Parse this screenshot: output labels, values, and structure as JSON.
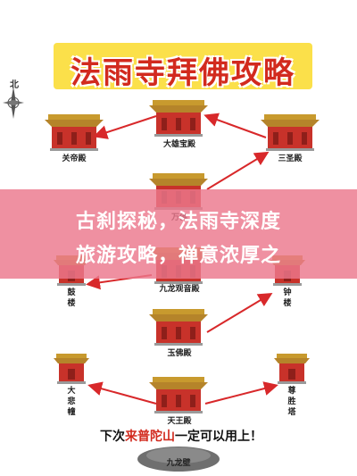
{
  "title": "法雨寺拜佛攻略",
  "compass_label": "北",
  "halls": {
    "daxiong": "大雄宝殿",
    "guandi": "关帝殿",
    "sansheng": "三圣殿",
    "wanfo": "万佛",
    "jiulong_guanyin": "九龙观音殿",
    "yufo": "玉佛殿",
    "tianwang": "天王殿",
    "drum_tower": "鼓楼",
    "bell_tower": "钟楼",
    "dabei_chuang": "大悲幢",
    "zunsheng_ta": "尊胜塔",
    "jiulong_bi": "九龙壁"
  },
  "banner": {
    "line1": "古刹探秘，法雨寺深度",
    "line2": "旅游攻略，禅意浓厚之"
  },
  "footer": {
    "prefix": "下次",
    "highlight": "来普陀山",
    "suffix": "一定可以用上！"
  },
  "colors": {
    "roof": "#c89a2e",
    "wall": "#c8322a",
    "arrow": "#d8282a",
    "title_bg": "#fbe04a",
    "title_text": "#d22a1e",
    "banner": "#eb788c"
  }
}
